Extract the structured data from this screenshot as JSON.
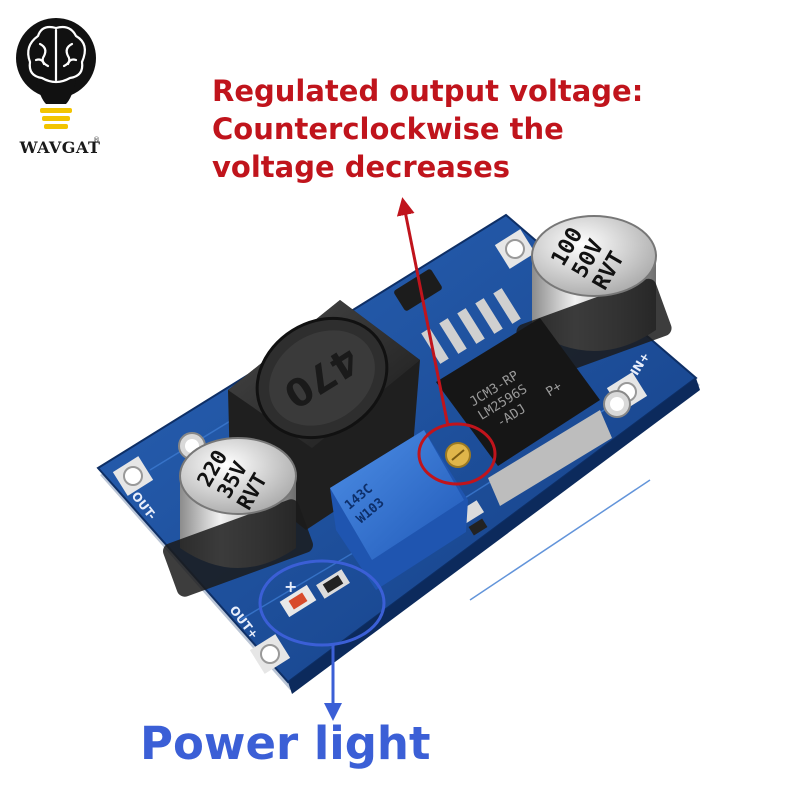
{
  "brand": {
    "name": "WAVGAT",
    "registered": "®"
  },
  "callouts": {
    "voltage": {
      "lines": [
        "Regulated output voltage:",
        "Counterclockwise the",
        "voltage decreases"
      ],
      "color": "#c0141c"
    },
    "power_light": {
      "text": "Power light",
      "color": "#3b5fd6"
    }
  },
  "board": {
    "pcb_color": "#1a4f9e",
    "capacitor_large": [
      "100",
      "50V",
      "RVT"
    ],
    "capacitor_small": [
      "220",
      "35V",
      "RVT"
    ],
    "inductor_marking": "470",
    "chip_marking": [
      "JCM3-RP",
      "LM2596S",
      "-ADJ",
      "P+"
    ],
    "pot_marking": [
      "143C",
      "W103"
    ],
    "pin_labels": {
      "in_plus": "IN+",
      "out_minus": "OUT-",
      "out_plus": "OUT+",
      "plus_sign": "+"
    }
  }
}
